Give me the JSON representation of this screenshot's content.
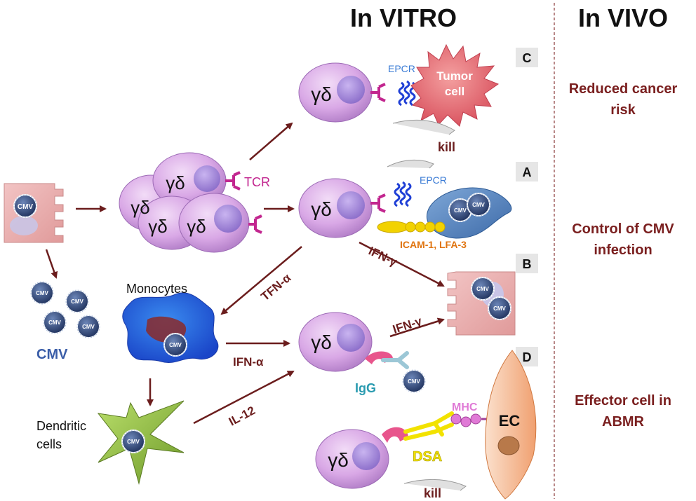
{
  "headings": {
    "in_vitro": "In VITRO",
    "in_vivo": "In VIVO"
  },
  "panel_letters": {
    "a": "A",
    "b": "B",
    "c": "C",
    "d": "D"
  },
  "cells": {
    "gamma_delta": "γδ",
    "cmv": "CMV",
    "monocytes": "Monocytes",
    "dendritic_line1": "Dendritic",
    "dendritic_line2": "cells",
    "tumor_line1": "Tumor",
    "tumor_line2": "cell",
    "ec": "EC"
  },
  "molecules": {
    "tcr": "TCR",
    "epcr": "EPCR",
    "icam_lfa": "ICAM-1, LFA-3",
    "igg": "IgG",
    "mhc": "MHC",
    "dsa": "DSA"
  },
  "arrow_labels": {
    "ifn_gamma": "IFN-γ",
    "tfn_alpha": "TFN-α",
    "ifn_alpha": "IFN-α",
    "il12": "IL-12",
    "kill": "kill"
  },
  "outcomes": {
    "cancer_line1": "Reduced cancer",
    "cancer_line2": "risk",
    "cmv_line1": "Control of CMV",
    "cmv_line2": "infection",
    "abmr_line1": "Effector cell in",
    "abmr_line2": "ABMR"
  },
  "colors": {
    "arrow": "#6b1d1d",
    "outcome_text": "#7a1f1f",
    "cell_fill": "#d9a8e6",
    "nucleus": "#a88bd9",
    "tcr": "#c2268f",
    "epcr": "#1f3fd6",
    "icam": "#f2b10c",
    "cmv_label": "#3b5ea8",
    "igg": "#2a9bb0",
    "dsa": "#f2e200",
    "mhc": "#e07ad6"
  }
}
